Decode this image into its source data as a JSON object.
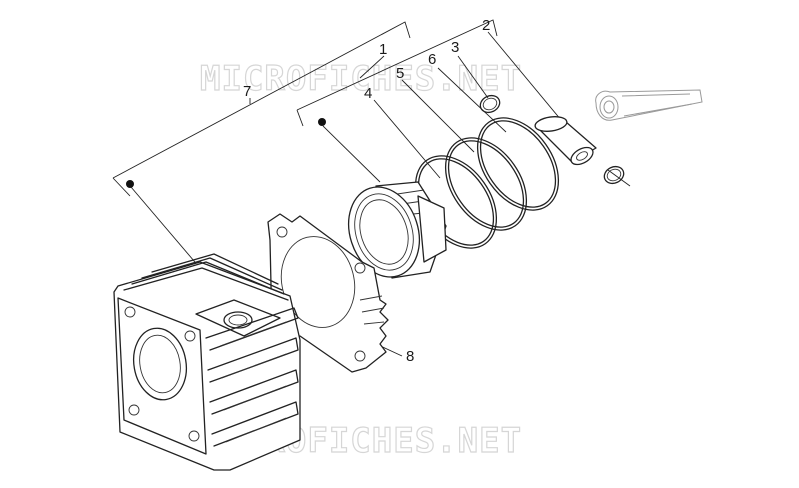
{
  "watermark": {
    "top": "MICROFICHES.NET",
    "bottom": "MICROFICHES.NET"
  },
  "callouts": {
    "c1": "1",
    "c2": "2",
    "c3": "3",
    "c4": "4",
    "c5": "5",
    "c6": "6",
    "c7": "7",
    "c8": "8"
  },
  "colors": {
    "line": "#222222",
    "watermark": "#d6d6d6",
    "background": "#ffffff"
  },
  "parts": [
    {
      "ref": "1",
      "kind": "cylinder-piston-assembly-group"
    },
    {
      "ref": "2",
      "kind": "piston-pin-group"
    },
    {
      "ref": "3",
      "kind": "pin-circlip"
    },
    {
      "ref": "4",
      "kind": "piston"
    },
    {
      "ref": "5",
      "kind": "piston-ring"
    },
    {
      "ref": "6",
      "kind": "piston-ring"
    },
    {
      "ref": "7",
      "kind": "cylinder-group"
    },
    {
      "ref": "8",
      "kind": "base-gasket"
    }
  ]
}
